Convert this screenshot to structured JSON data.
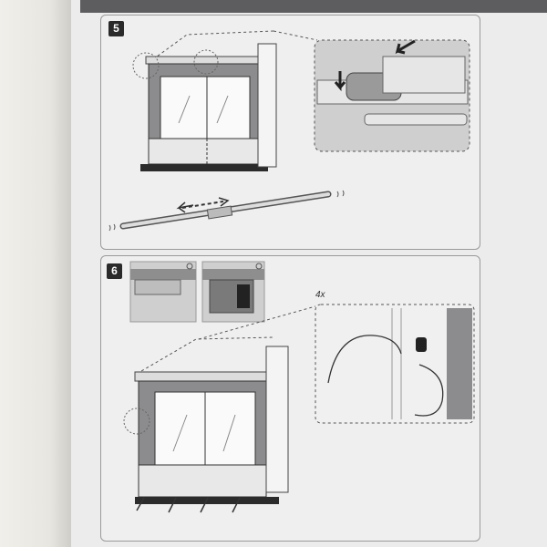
{
  "steps": [
    {
      "number": "5"
    },
    {
      "number": "6",
      "quantity_label": "4x"
    }
  ],
  "colors": {
    "badge": "#2a2a2a",
    "panel_border": "#9a9a9a",
    "wall_gray": "#8c8c8e",
    "inset_gray": "#cfcfcf"
  }
}
